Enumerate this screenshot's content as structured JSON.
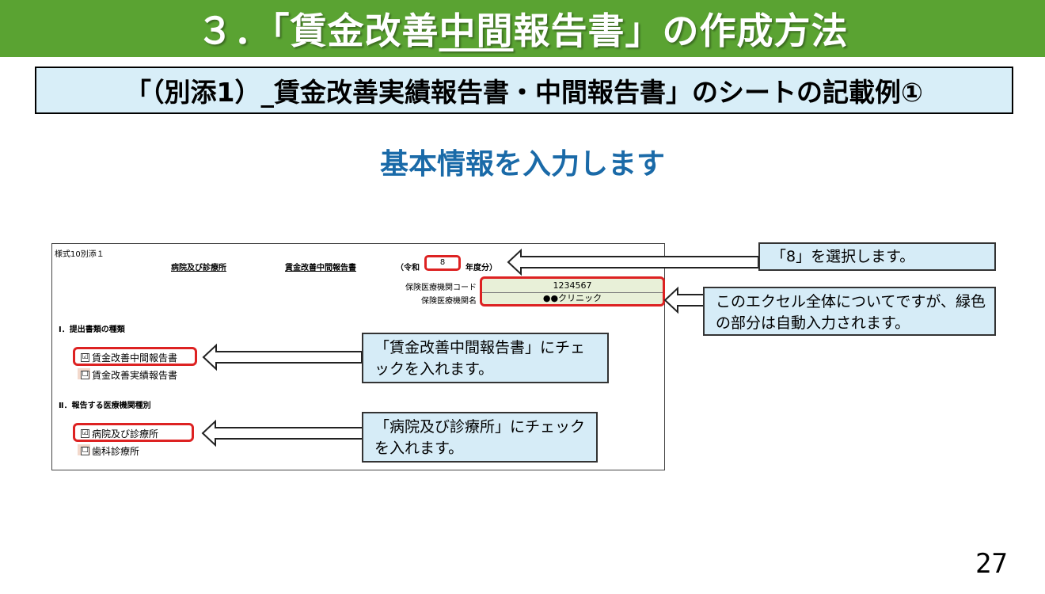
{
  "title": {
    "prefix": "３．「賃金改善",
    "underlined": "中間",
    "suffix": "報告書」の作成方法"
  },
  "subtitle": "「（別添1）_賃金改善実績報告書・中間報告書」のシートの記載例①",
  "lead": "基本情報を入力します",
  "form": {
    "form_id": "様式10別添１",
    "facility_type_header": "病院及び診療所",
    "report_title": "賃金改善中間報告書",
    "year_open": "（令和",
    "year_value": "8",
    "year_close": "年度分）",
    "code_label": "保険医療機関コード",
    "code_value": "1234567",
    "name_label": "保険医療機関名",
    "name_value": "●●クリニック",
    "section1_heading": "Ⅰ．提出書類の種類",
    "section1_options": [
      {
        "label": "賃金改善中間報告書",
        "checked": true,
        "mark": "☑"
      },
      {
        "label": "賃金改善実績報告書",
        "checked": false,
        "mark": "☐"
      }
    ],
    "section2_heading": "Ⅱ．報告する医療機関種別",
    "section2_options": [
      {
        "label": "病院及び診療所",
        "checked": true,
        "mark": "☑"
      },
      {
        "label": "歯科診療所",
        "checked": false,
        "mark": "☐"
      }
    ]
  },
  "callouts": {
    "year": "「8」を選択します。",
    "auto": "このエクセル全体についてですが、緑色の部分は自動入力されます。",
    "interim": "「賃金改善中間報告書」にチェックを入れます。",
    "facility": "「病院及び診療所」にチェックを入れます。"
  },
  "colors": {
    "title_bar": "#5aa332",
    "subtitle_bg": "#d8eef8",
    "lead_text": "#1a6aa8",
    "highlight": "#d22222",
    "callout_bg": "#d6ecf7",
    "auto_fill": "#e8f0d8"
  },
  "page_number": "27"
}
